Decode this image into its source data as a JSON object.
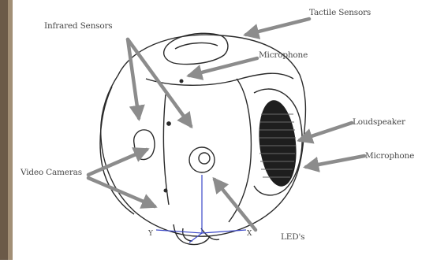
{
  "labels": {
    "tactile_sensors": "Tactile Sensors",
    "infrared_sensors": "Infrared Sensors",
    "microphone_top": "Microphone",
    "loudspeaker": "Loudspeaker",
    "microphone_side": "Microphone",
    "video_cameras": "Video Cameras",
    "leds": "LED's",
    "axis_y": "Y",
    "axis_x": "X"
  },
  "colors": {
    "arrow": "#8c8c8c",
    "outline": "#2a2a2a",
    "axis": "#3b48c8",
    "background": "#ffffff",
    "left_edge_photo": "#6b5a48"
  }
}
